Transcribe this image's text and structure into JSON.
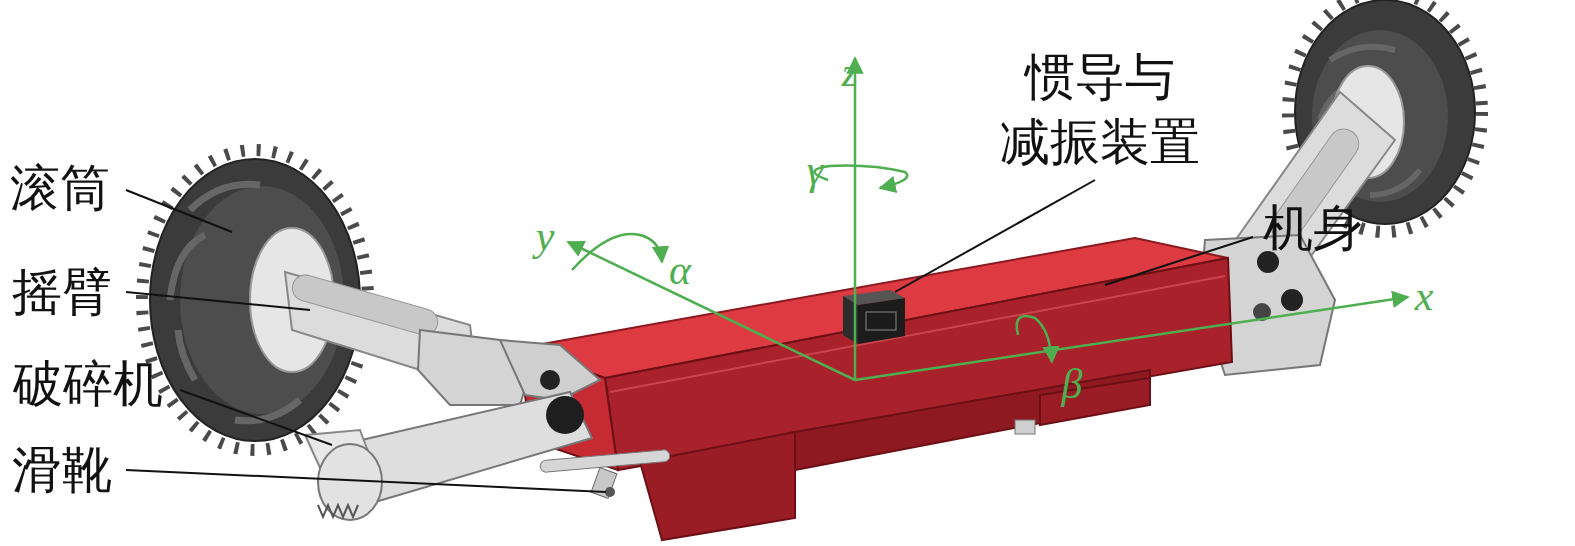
{
  "diagram": {
    "labels": [
      "滚筒",
      "摇臂",
      "破碎机",
      "滑靴",
      "z",
      "γ",
      "y",
      "α",
      "惯导与 减振装置",
      "机身",
      "x",
      "β"
    ]
  }
}
